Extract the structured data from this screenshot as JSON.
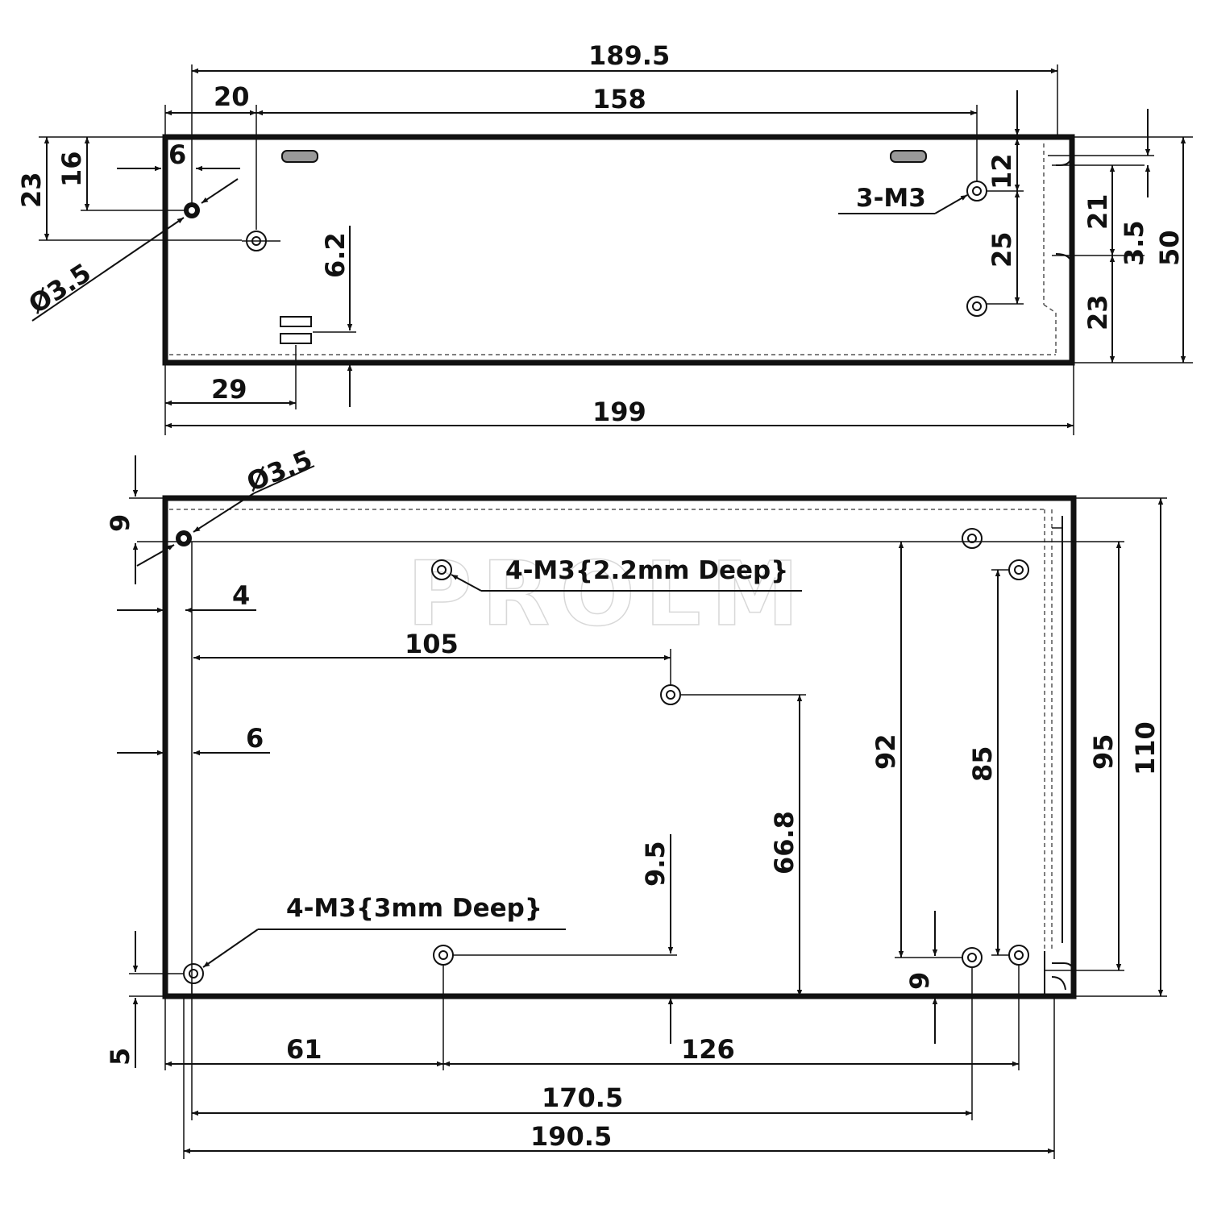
{
  "watermark": "PROLM",
  "top_view": {
    "dims": {
      "d189_5": "189.5",
      "d20": "20",
      "d158": "158",
      "d16": "16",
      "d23_left": "23",
      "d6": "6",
      "dia": "Ø3.5",
      "d6_2": "6.2",
      "d29": "29",
      "d199": "199",
      "d12": "12",
      "d25": "25",
      "d21": "21",
      "d3_5": "3.5",
      "d23_right": "23",
      "d50": "50"
    },
    "notes": {
      "screws": "3-M3"
    }
  },
  "bottom_view": {
    "dims": {
      "d9_top": "9",
      "dia": "Ø3.5",
      "d4": "4",
      "d105": "105",
      "d6": "6",
      "d9_5": "9.5",
      "d66_8": "66.8",
      "d92": "92",
      "d85": "85",
      "d95": "95",
      "d110": "110",
      "d9_bot": "9",
      "d5": "5",
      "d61": "61",
      "d126": "126",
      "d170_5": "170.5",
      "d190_5": "190.5"
    },
    "notes": {
      "upper": "4-M3{2.2mm Deep}",
      "lower": "4-M3{3mm Deep}"
    }
  }
}
